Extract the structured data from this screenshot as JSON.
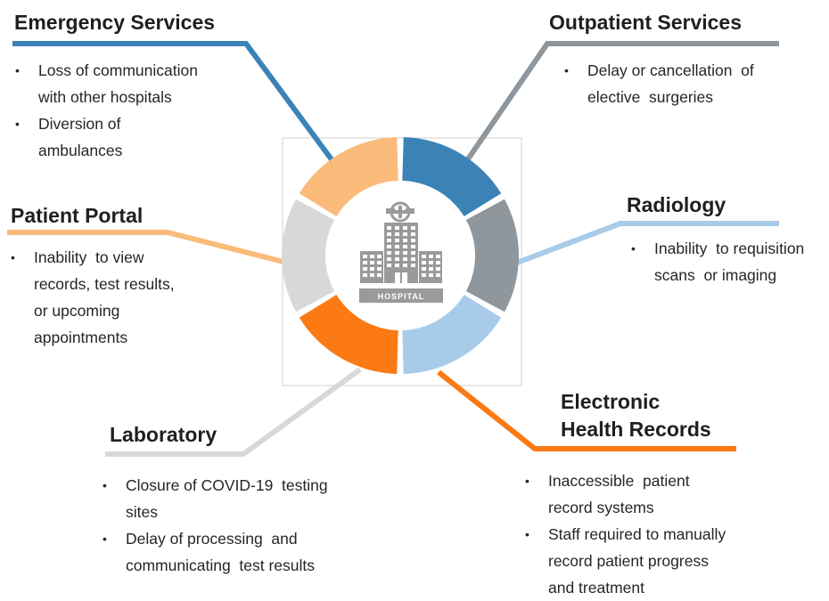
{
  "colors": {
    "emergency": "#3b83b7",
    "outpatient": "#8f969c",
    "radiology": "#a7cbe8",
    "ehr": "#fb7a14",
    "laboratory": "#d8d8d8",
    "portal": "#fbbb7b",
    "icon": "#9a9a9a"
  },
  "icon": {
    "name": "hospital-icon",
    "label": "HOSPITAL"
  },
  "sections": {
    "emergency": {
      "title": "Emergency Services",
      "bullets": [
        "Loss of communication\nwith other hospitals",
        "Diversion of\nambulances"
      ]
    },
    "outpatient": {
      "title": "Outpatient Services",
      "bullets": [
        "Delay or cancellation  of\nelective  surgeries"
      ]
    },
    "radiology": {
      "title": "Radiology",
      "bullets": [
        "Inability  to requisition\nscans  or imaging"
      ]
    },
    "ehr": {
      "title_line1": "Electronic",
      "title_line2": "Health Records",
      "bullets": [
        "Inaccessible  patient\nrecord systems",
        "Staff required to manually\nrecord patient progress\nand treatment"
      ]
    },
    "laboratory": {
      "title": "Laboratory",
      "bullets": [
        "Closure of COVID-19  testing\nsites",
        "Delay of processing  and\ncommunicating  test results"
      ]
    },
    "portal": {
      "title": "Patient Portal",
      "bullets": [
        "Inability  to view\nrecords, test results,\nor upcoming\nappointments"
      ]
    }
  }
}
